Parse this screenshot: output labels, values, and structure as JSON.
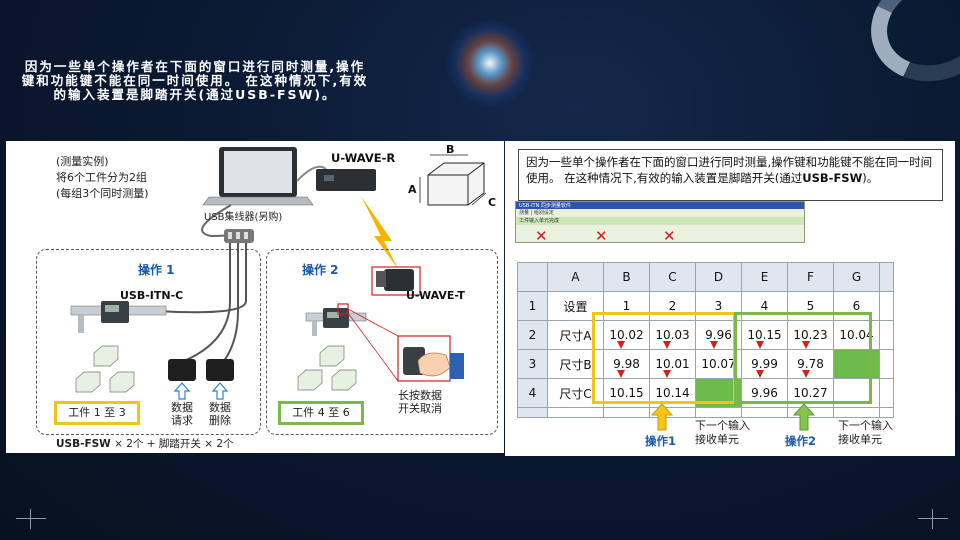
{
  "slide": {
    "title": "因为一些单个操作者在下面的窗口进行同时测量,操作键和功能键不能在同一时间使用。 在这种情况下,有效的输入装置是脚踏开关(通过USB-FSW)。"
  },
  "left_diagram": {
    "example_title": "(测量实例)",
    "example_line2": "将6个工件分为2组",
    "example_line3": "(每组3个同时测量)",
    "hub_label": "USB集线器(另购)",
    "uwave_r": "U-WAVE-R",
    "dim_b": "B",
    "dim_a": "A",
    "dim_c": "C",
    "op1_label": "操作 1",
    "op2_label": "操作 2",
    "usb_itn": "USB-ITN-C",
    "uwave_t": "U-WAVE-T",
    "parts_1_3": "工件 1 至 3",
    "parts_4_6": "工件 4 至 6",
    "data_request": "数据\n请求",
    "data_delete": "数据\n删除",
    "long_press": "长按数据\n开关取消",
    "footer_prefix": "USB-FSW",
    "footer_rest": " × 2个 + 脚踏开关 × 2个"
  },
  "right_diagram": {
    "callout_text": "因为一些单个操作者在下面的窗口进行同时测量,操作键和功能键不能在同一时间使用。 在这种情况下,有效的输入装置是脚踏开关(通过",
    "callout_bold": "USB-FSW",
    "callout_end": ")。",
    "mini_window_title": "USB-ITN 同步测量软件",
    "mini_window_row1": "测量 | 组别设定",
    "mini_window_row2": "工件输入单元完成",
    "grid_headers": [
      "A",
      "B",
      "C",
      "D",
      "E",
      "F",
      "G"
    ],
    "grid_rows": [
      {
        "num": "1",
        "label": "设置",
        "cells": [
          "1",
          "2",
          "3",
          "4",
          "5",
          "6"
        ]
      },
      {
        "num": "2",
        "label": "尺寸A",
        "cells": [
          "10.02",
          "10.03",
          "9.96",
          "10.15",
          "10.23",
          "10.04"
        ]
      },
      {
        "num": "3",
        "label": "尺寸B",
        "cells": [
          "9.98",
          "10.01",
          "10.07",
          "9.99",
          "9.78",
          ""
        ]
      },
      {
        "num": "4",
        "label": "尺寸C",
        "cells": [
          "10.15",
          "10.14",
          "",
          "9.96",
          "10.27",
          ""
        ]
      }
    ],
    "op1_label": "操作1",
    "op2_label": "操作2",
    "next_input_1": "下一个输入\n接收单元",
    "next_input_2": "下一个输入\n接收单元",
    "colors": {
      "yellow": "#f0c419",
      "green": "#78b94a",
      "red": "#d32020"
    }
  }
}
